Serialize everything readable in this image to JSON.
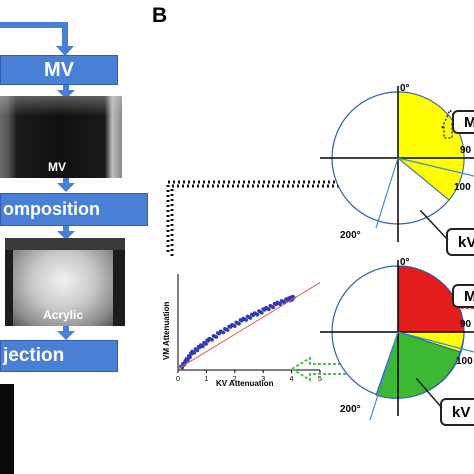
{
  "panel_b_label": "B",
  "flow": {
    "mv_box": "MV",
    "mv_image_label": "MV",
    "composition_box": "omposition",
    "acrylic_image_label": "Acrylic",
    "projection_box": "jection"
  },
  "scatter": {
    "ylabel": "VM Attenuation",
    "xlabel": "KV Attenuation",
    "xticks": [
      "0",
      "1",
      "2",
      "3",
      "4",
      "5"
    ]
  },
  "chart_data": {
    "type": "scatter",
    "xlabel": "KV Attenuation",
    "ylabel": "VM Attenuation",
    "xlim": [
      0,
      5
    ],
    "x_ticks": [
      0,
      1,
      2,
      3,
      4,
      5
    ],
    "series": [
      {
        "x": [
          0.1,
          0.3,
          0.5,
          0.8,
          1.1,
          1.5,
          1.9,
          2.3,
          2.7,
          3.1,
          3.5,
          3.9,
          4.1
        ],
        "y": [
          0.2,
          0.9,
          1.6,
          2.2,
          2.8,
          3.5,
          4.1,
          4.7,
          5.2,
          5.7,
          6.2,
          6.6,
          6.8
        ]
      }
    ],
    "fit_line": {
      "x": [
        0,
        5
      ],
      "y": [
        0.1,
        8.2
      ]
    }
  },
  "wheel_top": {
    "label_0": "0°",
    "label_90": "90",
    "label_100": "100",
    "label_200": "200°",
    "callout_mv": "M",
    "callout_kv": "kV"
  },
  "wheel_bottom": {
    "label_0": "0°",
    "label_90": "90",
    "label_100": "100",
    "label_200": "200°",
    "callout_mv": "MV",
    "callout_kv": "kV"
  },
  "colors": {
    "flow_blue": "#4a7fd6",
    "yellow": "#ffff00",
    "red": "#e31c1c",
    "green": "#3cb833",
    "wheel_outline": "#2d5fa8",
    "scatter_points": "#2e3bb5",
    "fit_line": "#e05a4e",
    "dashed_arrow_green": "#4cc04c",
    "dashed_callout_red": "#e02020"
  }
}
